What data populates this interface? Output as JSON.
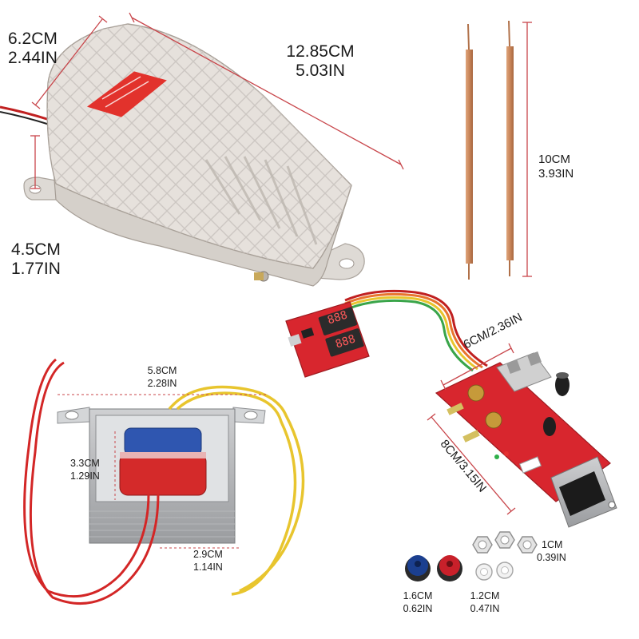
{
  "dimensions": {
    "pedal_width": {
      "metric": "6.2CM",
      "imperial": "2.44IN"
    },
    "pedal_length": {
      "metric": "12.85CM",
      "imperial": "5.03IN"
    },
    "pedal_height": {
      "metric": "4.5CM",
      "imperial": "1.77IN"
    },
    "pen_length": {
      "metric": "10CM",
      "imperial": "3.93IN"
    },
    "board_width": {
      "combined": "6CM/2.36IN"
    },
    "board_length": {
      "combined": "8CM/3.15IN"
    },
    "transformer_width": {
      "metric": "5.8CM",
      "imperial": "2.28IN"
    },
    "transformer_height": {
      "metric": "3.3CM",
      "imperial": "1.29IN"
    },
    "transformer_depth": {
      "metric": "2.9CM",
      "imperial": "1.14IN"
    },
    "nut_size": {
      "metric": "1CM",
      "imperial": "0.39IN"
    },
    "knob_size": {
      "metric": "1.6CM",
      "imperial": "0.62IN"
    },
    "washer_size": {
      "metric": "1.2CM",
      "imperial": "0.47IN"
    }
  },
  "display_digits": {
    "top": "888",
    "bottom": "888"
  },
  "colors": {
    "pedal": "#e6e1dc",
    "pedal_label": "#e2322c",
    "copper": "#c98a5e",
    "pcb": "#d8262e",
    "transformer_coil": "#2f56b0",
    "transformer_tape": "#d42a2a",
    "knob_blue": "#1b3f8f",
    "knob_red": "#c8202a",
    "dimension_line": "#c8454a"
  }
}
